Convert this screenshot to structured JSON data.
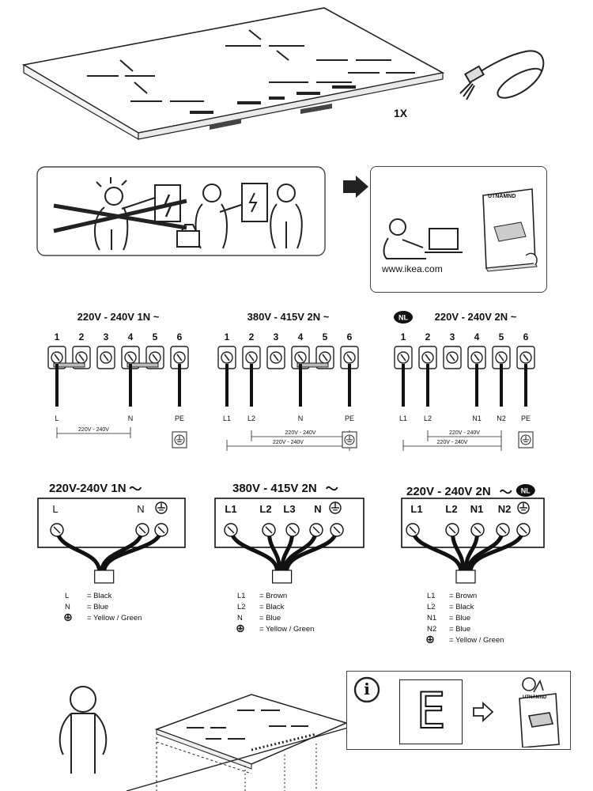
{
  "product": {
    "quantity": "1X"
  },
  "info_panel": {
    "url": "www.ikea.com",
    "manual_title": "UTNÄMND"
  },
  "terminal_diagrams": [
    {
      "title": "220V - 240V  1N ~",
      "numbers": [
        "1",
        "2",
        "3",
        "4",
        "5",
        "6"
      ],
      "lines": [
        "L",
        "N",
        "PE"
      ],
      "voltages": [
        "220V - 240V"
      ]
    },
    {
      "title": "380V - 415V  2N ~",
      "numbers": [
        "1",
        "2",
        "3",
        "4",
        "5",
        "6"
      ],
      "lines": [
        "L1",
        "L2",
        "N",
        "PE"
      ],
      "voltages": [
        "220V - 240V",
        "220V - 240V"
      ]
    },
    {
      "badge": "NL",
      "title": "220V - 240V  2N ~",
      "numbers": [
        "1",
        "2",
        "3",
        "4",
        "5",
        "6"
      ],
      "lines": [
        "L1",
        "L2",
        "N1",
        "N2",
        "PE"
      ],
      "voltages": [
        "220V - 240V",
        "220V - 240V"
      ]
    }
  ],
  "wiring_boxes": [
    {
      "title": "220V-240V 1N",
      "terminals": [
        "L",
        "N"
      ],
      "legend": [
        {
          "code": "L",
          "desc": "= Black"
        },
        {
          "code": "N",
          "desc": "= Blue"
        },
        {
          "code": "",
          "desc": "= Yellow / Green"
        }
      ]
    },
    {
      "title": "380V - 415V 2N",
      "terminals": [
        "L1",
        "L2",
        "L3",
        "N"
      ],
      "legend": [
        {
          "code": "L1",
          "desc": "= Brown"
        },
        {
          "code": "L2",
          "desc": "= Black"
        },
        {
          "code": "N",
          "desc": "= Blue"
        },
        {
          "code": "",
          "desc": "= Yellow / Green"
        }
      ]
    },
    {
      "title": "220V - 240V 2N",
      "badge": "NL",
      "terminals": [
        "L1",
        "L2",
        "N1",
        "N2"
      ],
      "legend": [
        {
          "code": "L1",
          "desc": "= Brown"
        },
        {
          "code": "L2",
          "desc": "= Black"
        },
        {
          "code": "N1",
          "desc": "= Blue"
        },
        {
          "code": "N2",
          "desc": "= Blue"
        },
        {
          "code": "",
          "desc": "= Yellow / Green"
        }
      ]
    }
  ],
  "error_panel": {
    "info_symbol": "i",
    "display_char": "E",
    "manual_title": "UTNÄMND"
  }
}
